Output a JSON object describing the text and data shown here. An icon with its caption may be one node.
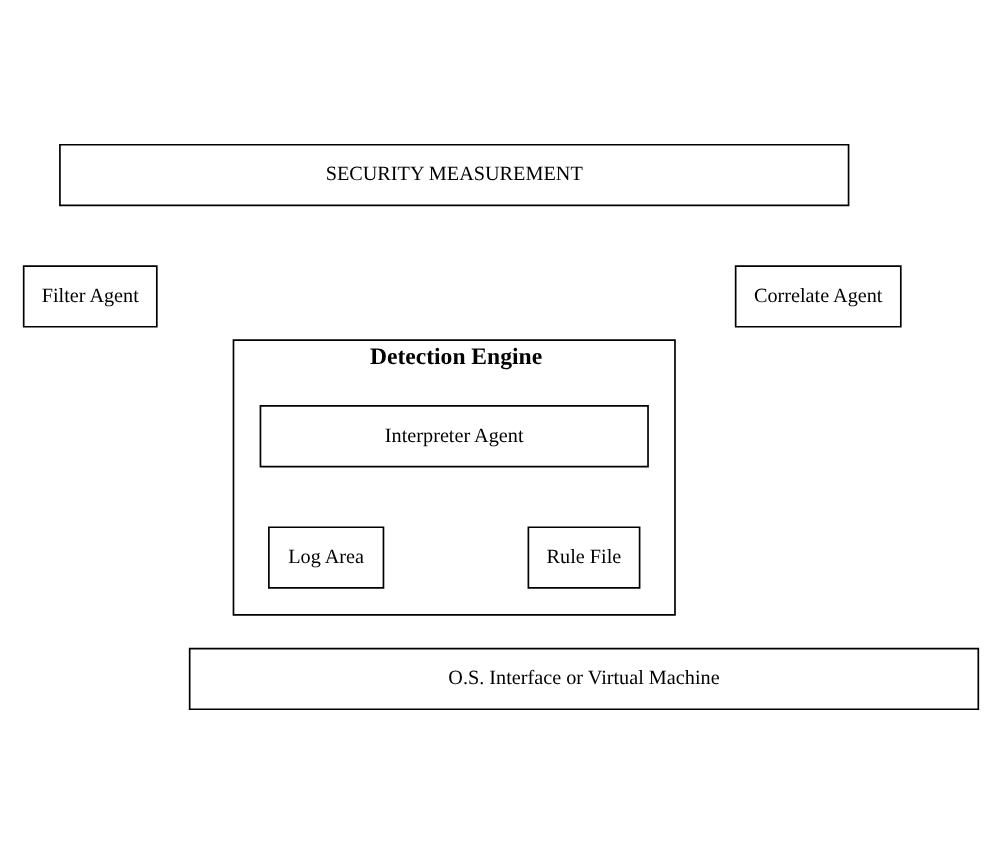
{
  "diagram": {
    "nodes": [
      {
        "text": [
          "SECURITY MEASUREMENT"
        ]
      },
      {
        "text": [
          "Filter Agent"
        ]
      },
      {
        "text": [
          "Correlate Agent"
        ]
      },
      {
        "text": [
          "Detection Engine"
        ]
      },
      {
        "text": [
          "Interpreter Agent"
        ],
        "in": 3
      },
      {
        "text": [
          "Log Area"
        ],
        "in": 3
      },
      {
        "text": [
          "Rule File"
        ],
        "in": 3
      },
      {
        "text": [
          "O.S. Interface or Virtual Machine"
        ]
      }
    ],
    "edges": []
  }
}
